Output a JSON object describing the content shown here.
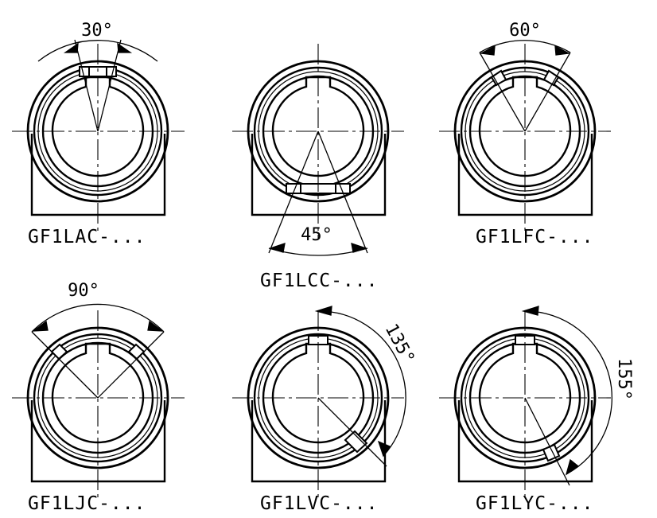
{
  "diagram": {
    "stroke_color": "#000000",
    "background": "#ffffff",
    "views": [
      {
        "id": "GF1LAC",
        "label": "GF1LAC-...",
        "angle_label": "30°"
      },
      {
        "id": "GF1LCC",
        "label": "GF1LCC-...",
        "angle_label": "45°"
      },
      {
        "id": "GF1LFC",
        "label": "GF1LFC-...",
        "angle_label": "60°"
      },
      {
        "id": "GF1LJC",
        "label": "GF1LJC-...",
        "angle_label": "90°"
      },
      {
        "id": "GF1LVC",
        "label": "GF1LVC-...",
        "angle_label": "135°"
      },
      {
        "id": "GF1LYC",
        "label": "GF1LYC-...",
        "angle_label": "155°"
      }
    ]
  }
}
